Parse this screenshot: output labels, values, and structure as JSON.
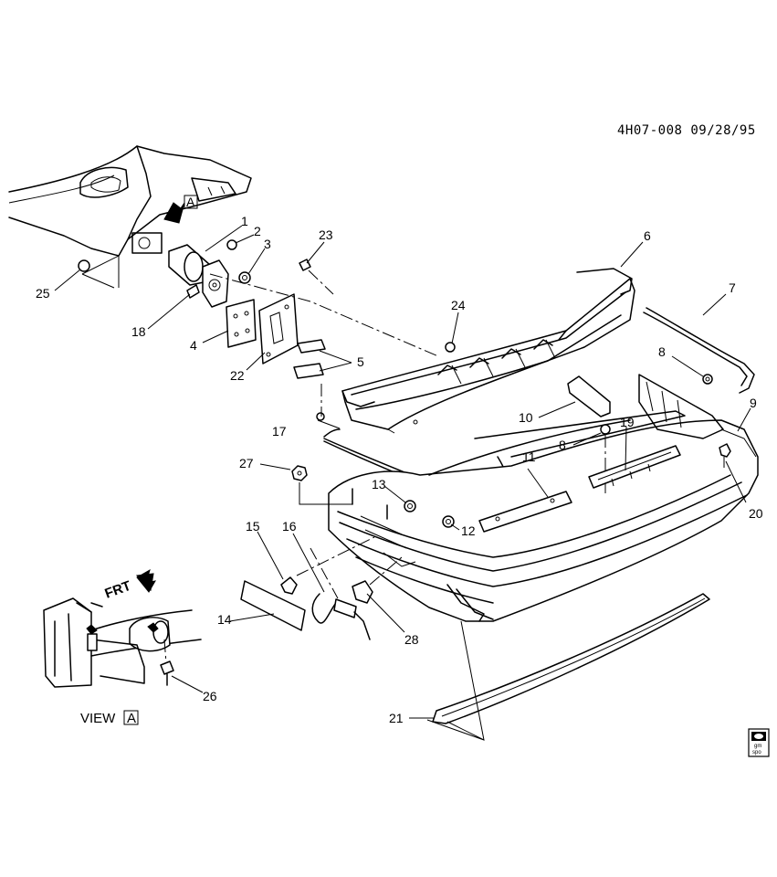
{
  "drawing_code": "4H07-008  09/28/95",
  "view_label": "VIEW",
  "view_letter": "A",
  "view_ref_letter": "A",
  "front_label": "FRT",
  "logo_text": [
    "gm",
    "spo"
  ],
  "callouts": {
    "c1": "1",
    "c2": "2",
    "c3": "3",
    "c4": "4",
    "c5": "5",
    "c6": "6",
    "c7": "7",
    "c8a": "8",
    "c8b": "8",
    "c9": "9",
    "c10": "10",
    "c11": "11",
    "c12": "12",
    "c13": "13",
    "c14": "14",
    "c15": "15",
    "c16": "16",
    "c17": "17",
    "c18": "18",
    "c19": "19",
    "c20": "20",
    "c21": "21",
    "c22": "22",
    "c23": "23",
    "c24": "24",
    "c25": "25",
    "c26": "26",
    "c27": "27",
    "c28": "28"
  }
}
